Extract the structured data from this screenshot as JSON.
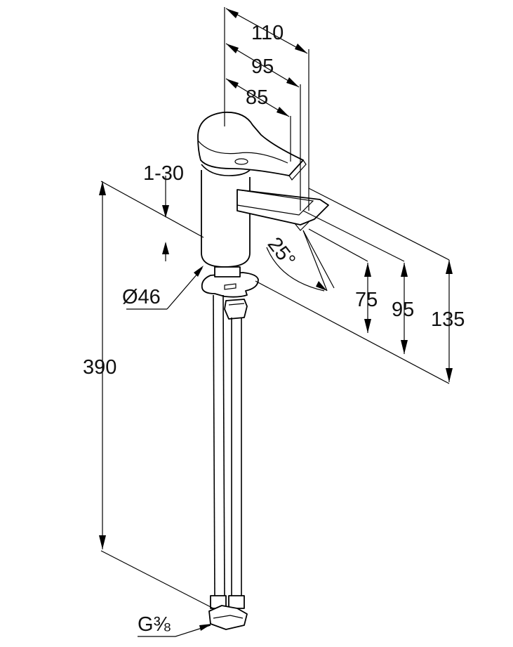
{
  "diagram": {
    "dimensions": {
      "width_110": "110",
      "width_95": "95",
      "width_85": "85",
      "deck_range": "1-30",
      "angle": "25°",
      "diameter": "Ø46",
      "height_75": "75",
      "height_95": "95",
      "height_135": "135",
      "length_390": "390",
      "thread": "G⅜"
    }
  }
}
